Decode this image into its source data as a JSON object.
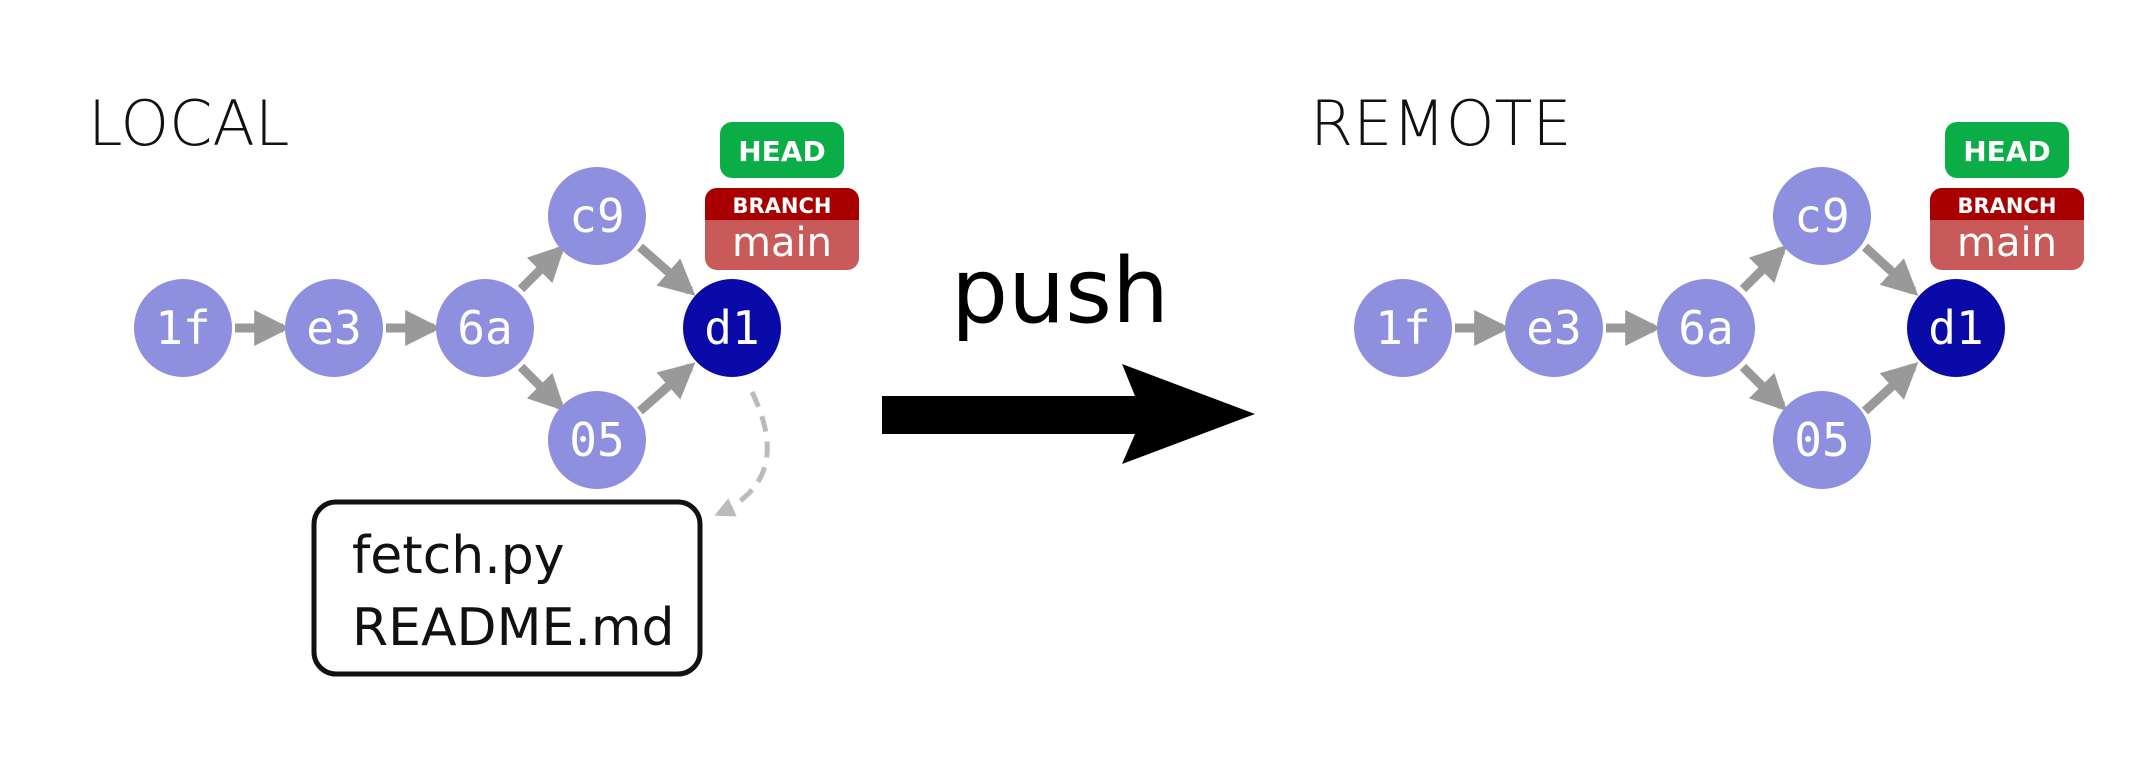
{
  "colors": {
    "commit": "#8f8fe0",
    "head_commit": "#0a0aa8",
    "edge": "#999999",
    "dashed": "#bbbbbb",
    "head_badge": "#0aad46",
    "branch_header": "#a80000",
    "branch_body": "#c85a5a",
    "push_arrow": "#000000"
  },
  "action": {
    "label": "push"
  },
  "local": {
    "title": "LOCAL",
    "commits": [
      {
        "id": "1f"
      },
      {
        "id": "e3"
      },
      {
        "id": "6a"
      },
      {
        "id": "c9"
      },
      {
        "id": "05"
      },
      {
        "id": "d1"
      }
    ],
    "head": {
      "label": "HEAD"
    },
    "branch": {
      "header": "BRANCH",
      "name": "main"
    },
    "files": [
      "fetch.py",
      "README.md"
    ]
  },
  "remote": {
    "title": "REMOTE",
    "commits": [
      {
        "id": "1f"
      },
      {
        "id": "e3"
      },
      {
        "id": "6a"
      },
      {
        "id": "c9"
      },
      {
        "id": "05"
      },
      {
        "id": "d1"
      }
    ],
    "head": {
      "label": "HEAD"
    },
    "branch": {
      "header": "BRANCH",
      "name": "main"
    }
  }
}
